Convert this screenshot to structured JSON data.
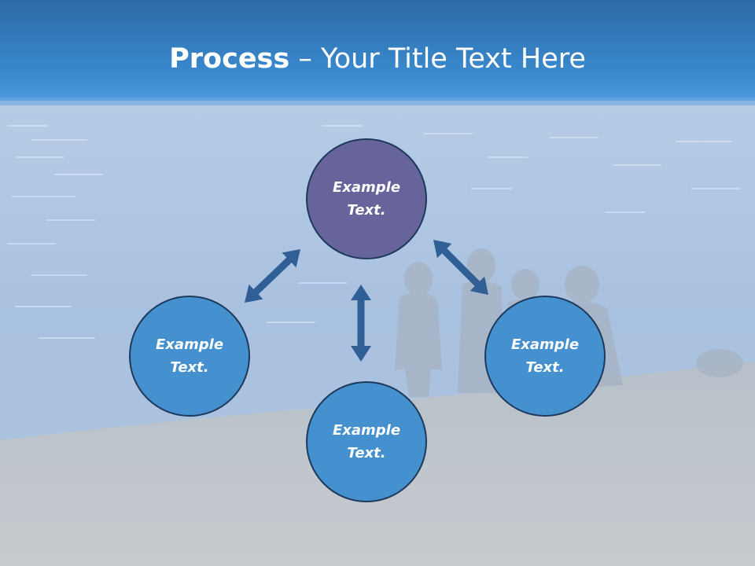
{
  "slide": {
    "title_bold": "Process",
    "title_sep": " – ",
    "title_rest": "Your Title Text Here"
  },
  "process": {
    "top": {
      "line1": "Example",
      "line2": "Text."
    },
    "left": {
      "line1": "Example",
      "line2": "Text."
    },
    "right": {
      "line1": "Example",
      "line2": "Text."
    },
    "bottom": {
      "line1": "Example",
      "line2": "Text."
    }
  },
  "colors": {
    "header_blue": "#2f78b5",
    "node_blue": "#4590ce",
    "node_purple": "#67649c",
    "arrow": "#2f5f94",
    "node_border": "#1d3a5c"
  }
}
